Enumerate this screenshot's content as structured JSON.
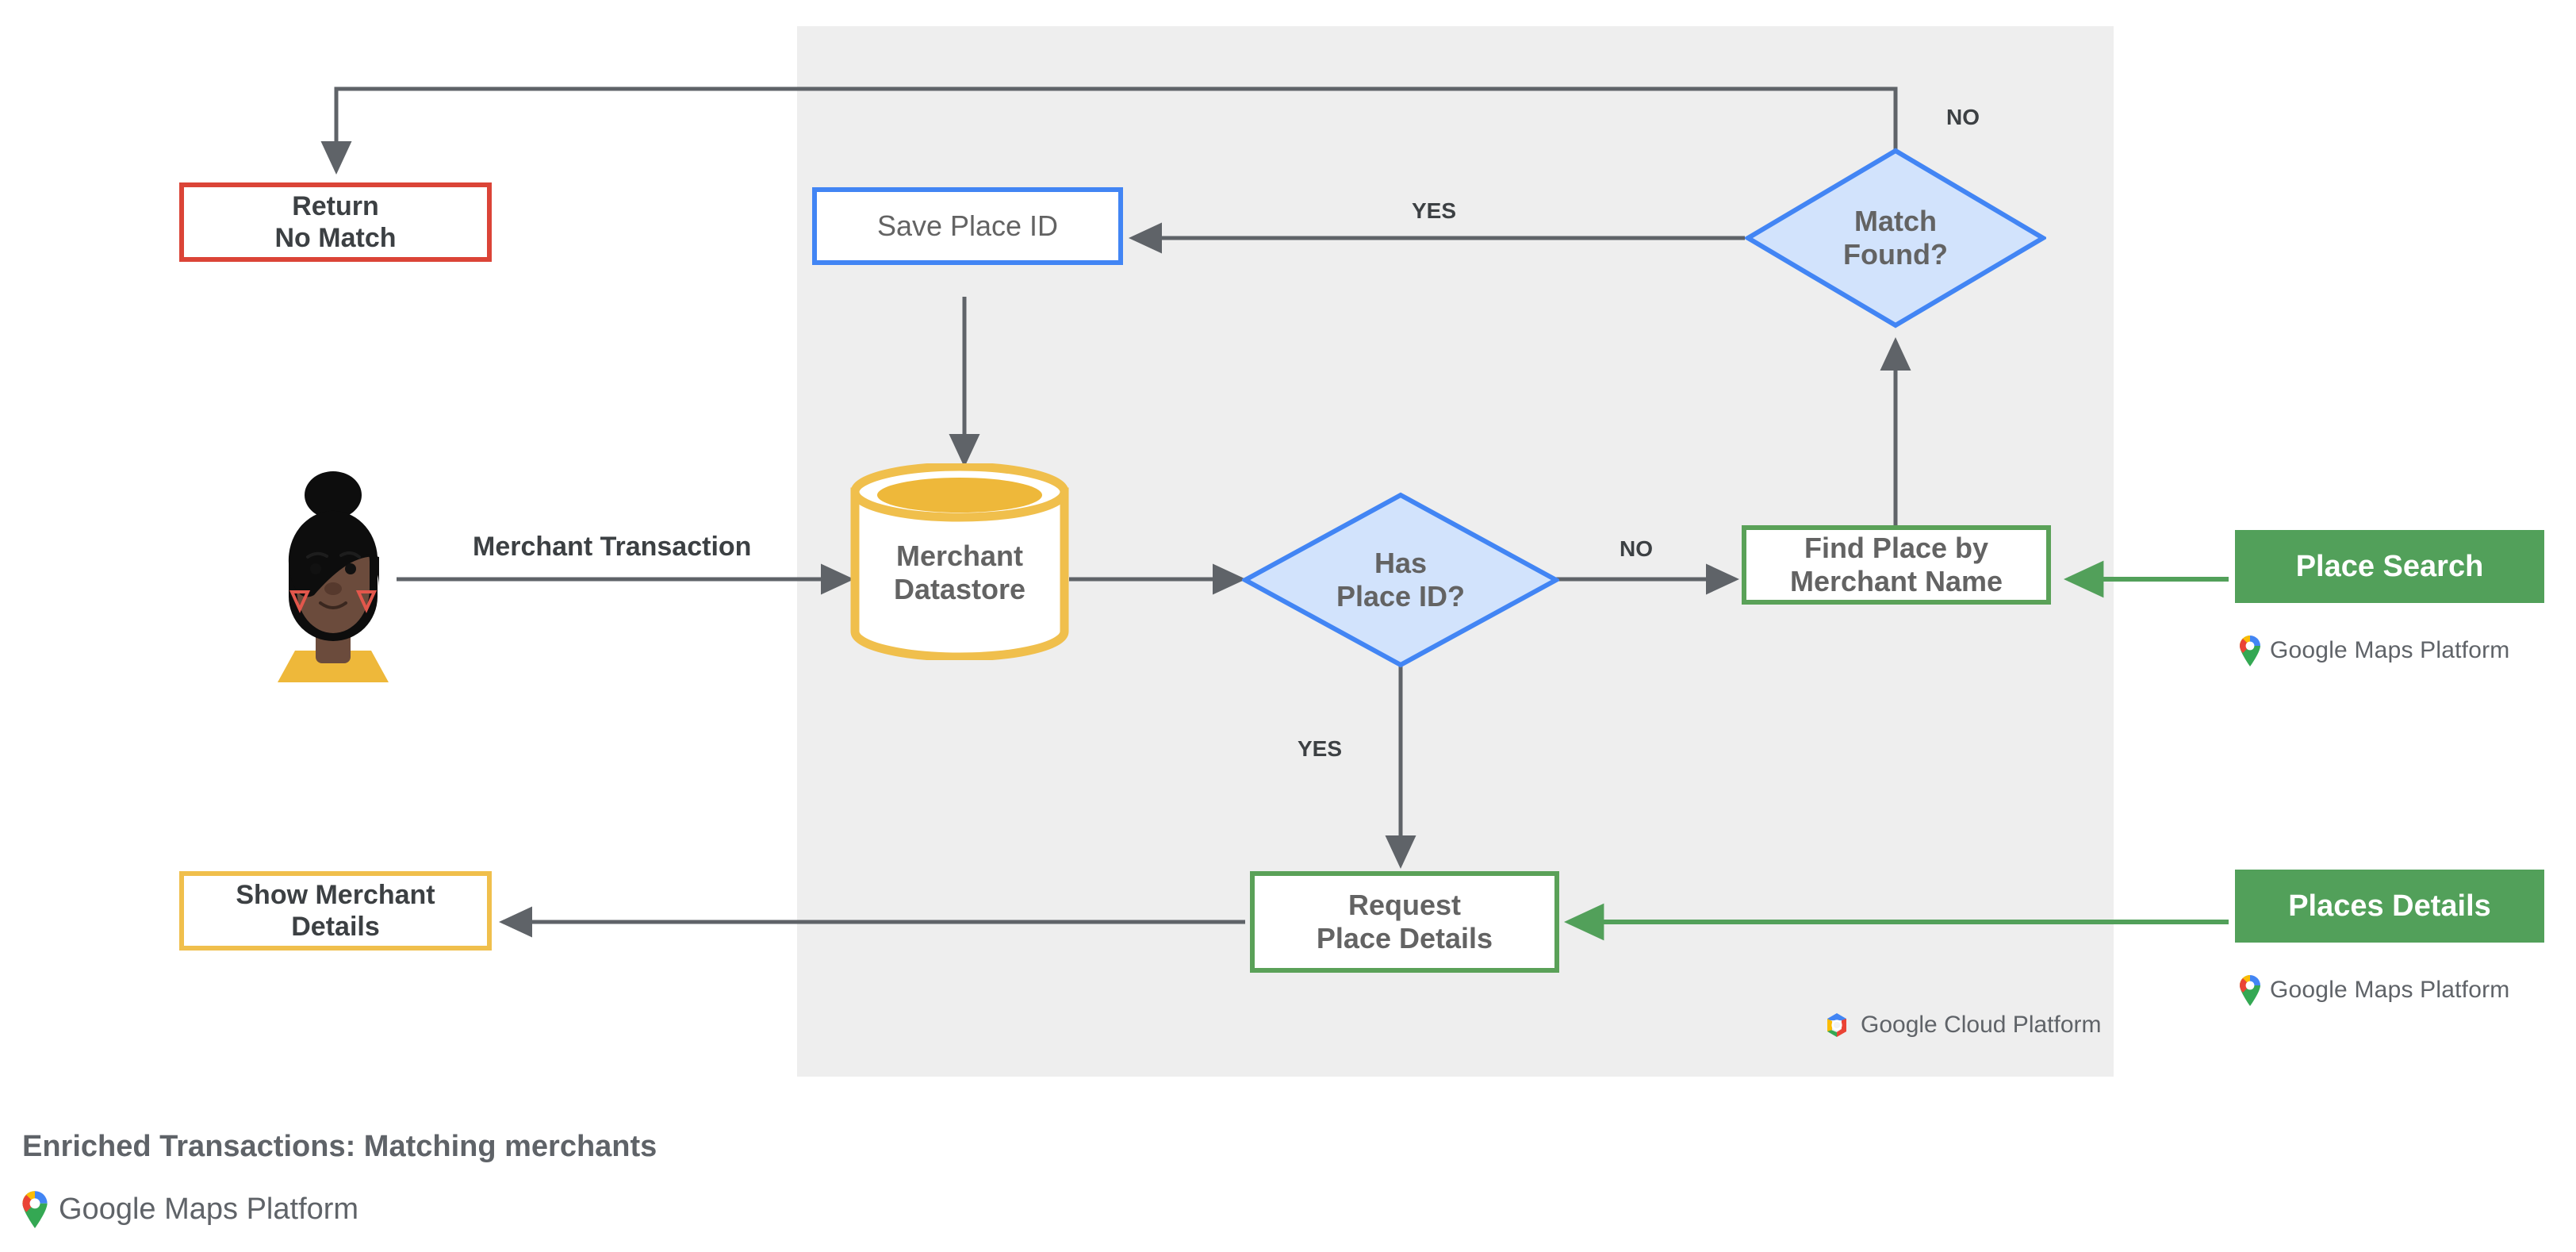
{
  "diagram": {
    "title": "Enriched Transactions: Matching merchants",
    "panel_label": "google-cloud-platform-region",
    "colors": {
      "panel_bg": "#eeeeee",
      "red": "#db4437",
      "blue": "#4285f4",
      "blue_fill": "#d2e3fc",
      "green": "#5aa158",
      "green_fill": "#52a05a",
      "yellow": "#f0bf4c",
      "edge": "#5f6368",
      "text": "#3c4043"
    }
  },
  "nodes": {
    "return_no_match": "Return\nNo Match",
    "save_place_id": "Save Place ID",
    "match_found": "Match\nFound?",
    "merchant_datastore": "Merchant\nDatastore",
    "has_place_id": "Has\nPlace ID?",
    "find_place_by_merchant_name": "Find Place by\nMerchant Name",
    "request_place_details": "Request\nPlace Details",
    "show_merchant_details": "Show Merchant\nDetails",
    "place_search": "Place Search",
    "places_details": "Places Details"
  },
  "edge_labels": {
    "merchant_transaction": "Merchant Transaction",
    "yes_match_found": "YES",
    "no_match_found": "NO",
    "no_has_place_id": "NO",
    "yes_has_place_id": "YES"
  },
  "logos": {
    "maps_platform_google": "Google",
    "maps_platform_rest": " Maps Platform",
    "cloud_platform_google": "Google",
    "cloud_platform_rest": " Cloud Platform"
  },
  "avatar": {
    "name": "merchant-customer-avatar"
  }
}
